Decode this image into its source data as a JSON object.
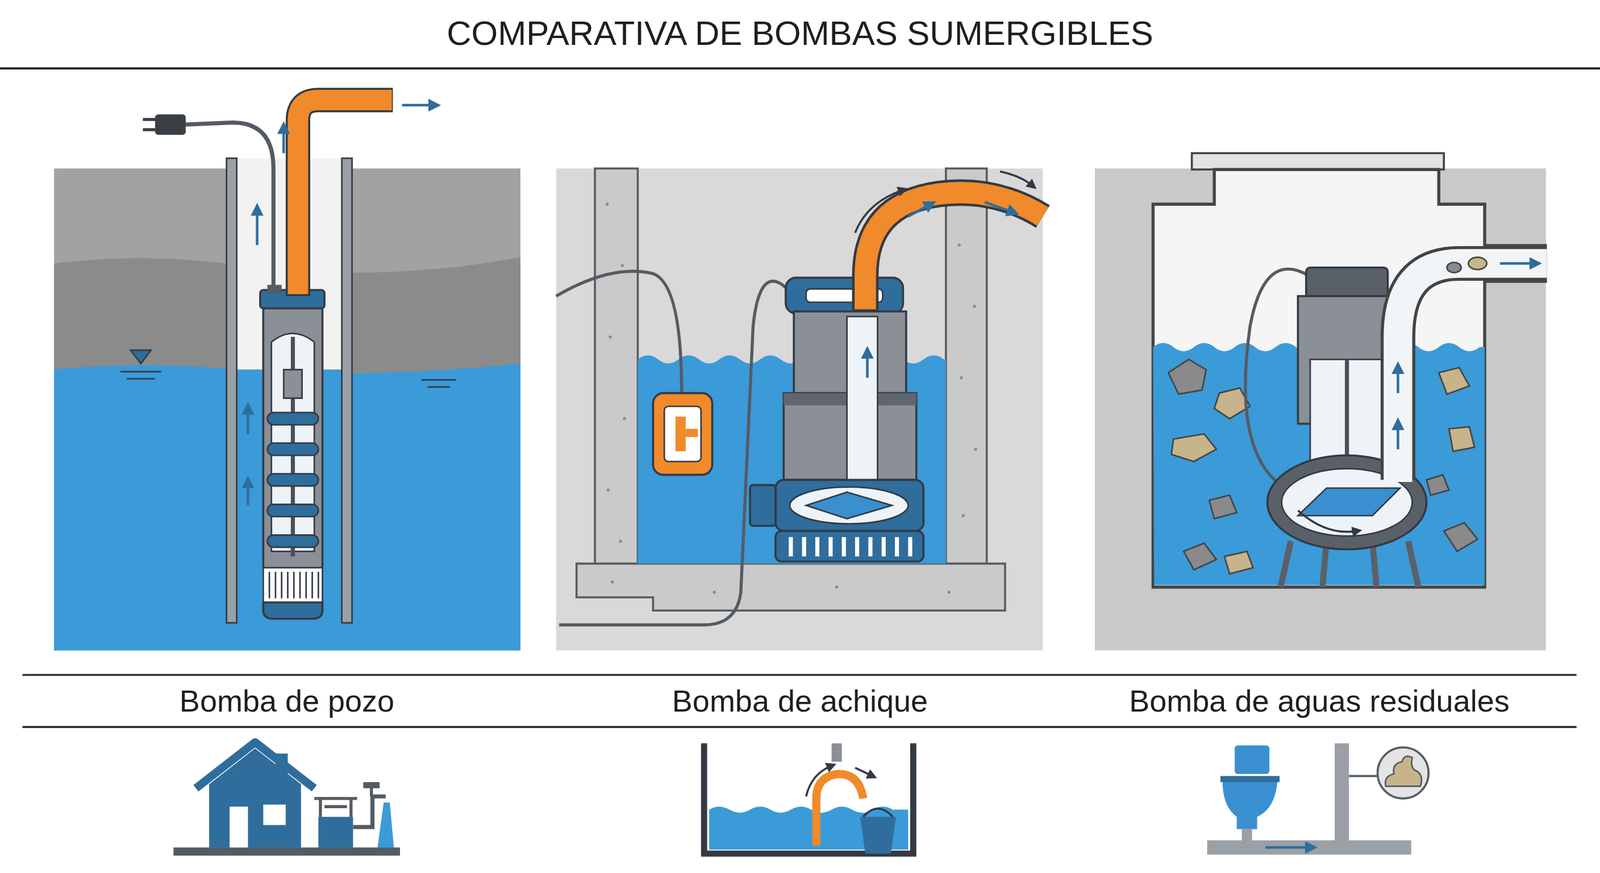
{
  "diagram": {
    "title": "COMPARATIVA DE BOMBAS SUMERGIBLES",
    "labels": [
      "Bomba de pozo",
      "Bomba de achique",
      "Bomba de aguas residuales"
    ]
  }
}
